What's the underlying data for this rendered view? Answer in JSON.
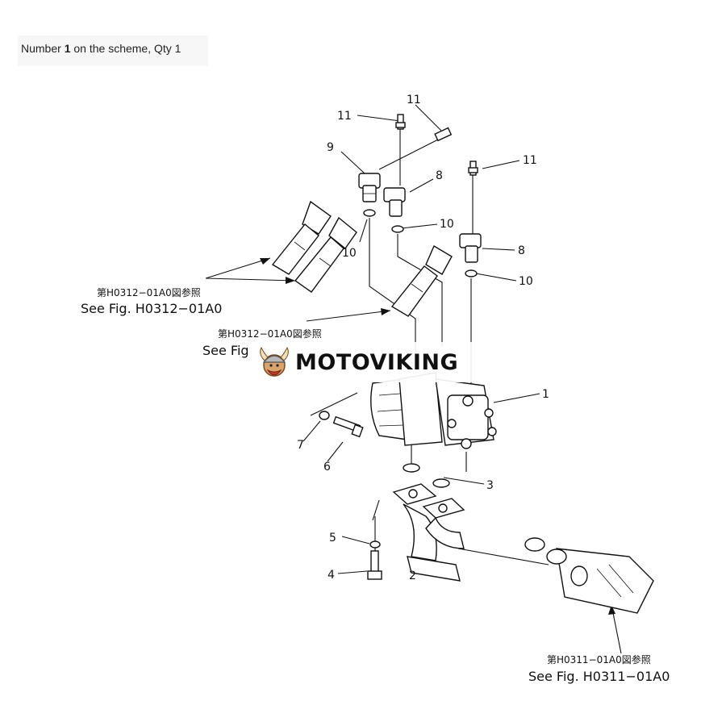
{
  "caption": {
    "prefix": "Number ",
    "number": "1",
    "suffix": " on the scheme, Qty 1"
  },
  "callouts": {
    "p1": "1",
    "p2": "2",
    "p3": "3",
    "p4": "4",
    "p5": "5",
    "p6": "6",
    "p7": "7",
    "p8a": "8",
    "p8b": "8",
    "p9": "9",
    "p10a": "10",
    "p10b": "10",
    "p10c": "10",
    "p11a": "11",
    "p11b": "11",
    "p11c": "11"
  },
  "references": {
    "ref1_jp": "第H0312−01A0図参照",
    "ref1_en": "See Fig. H0312−01A0",
    "ref2_jp": "第H0312−01A0図参照",
    "ref2_en": "See Fig",
    "ref3_jp": "第H0311−01A0図参照",
    "ref3_en": "See Fig. H0311−01A0"
  },
  "watermark": {
    "text": "MOTOVIKING",
    "logo": "viking-helmet-icon"
  }
}
